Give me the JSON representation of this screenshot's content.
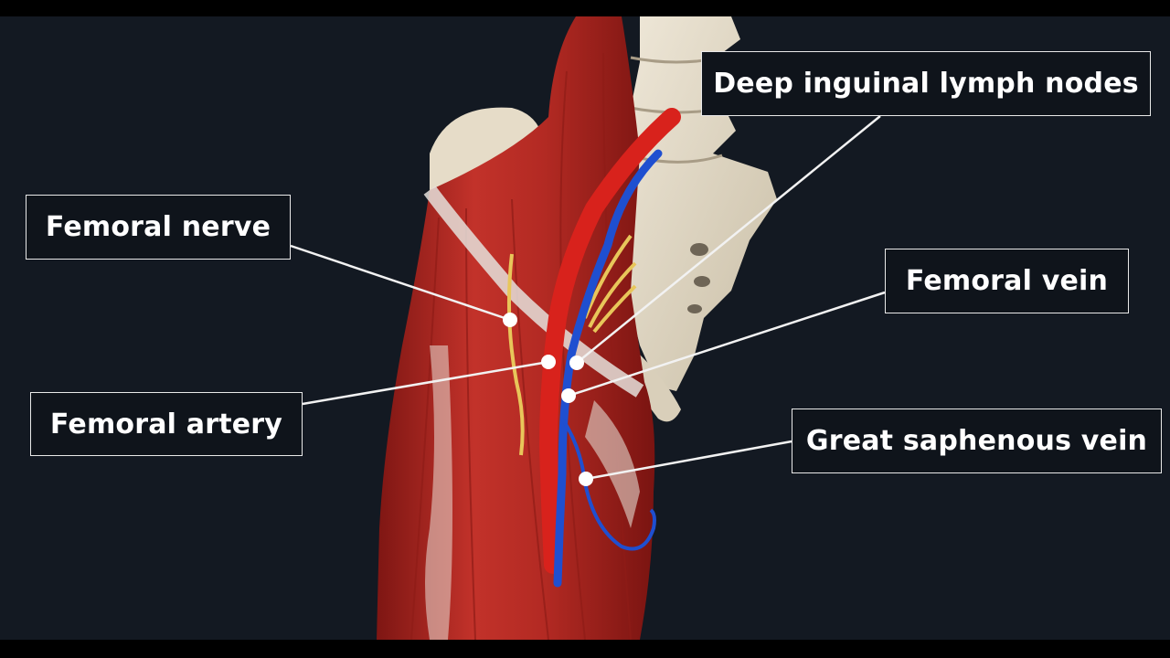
{
  "labels": {
    "deep_inguinal_lymph_nodes": "Deep inguinal lymph nodes",
    "femoral_nerve": "Femoral nerve",
    "femoral_vein": "Femoral vein",
    "femoral_artery": "Femoral artery",
    "great_saphenous_vein": "Great saphenous vein"
  },
  "colors": {
    "background": "#131922",
    "muscle": "#b82a24",
    "bone": "#e3dac6",
    "artery": "#d8221c",
    "vein": "#1f4fd0",
    "nerve": "#e8c65a",
    "label_border": "#e9e9e9"
  }
}
